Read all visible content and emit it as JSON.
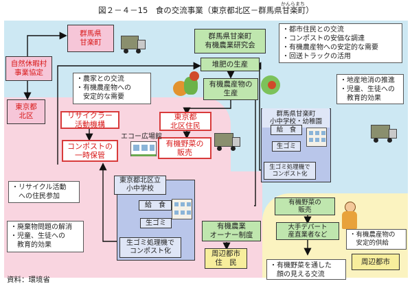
{
  "title": "図２－４－15　食の交流事業（東京都北区－群馬県甘楽町）",
  "title_ruby": "かんらまち",
  "source": "資料：環境省",
  "boxes": {
    "gunma_top": "群馬県\n甘楽町",
    "shizen_kyugyo": "自然休暇村\n事業協定",
    "tokyo_kita": "東京都\n北区",
    "kanra_org": "群馬県甘楽町\n有機農業研究会",
    "taihi": "堆肥の生産",
    "yuki_seisan": "有機農産物の\n生産",
    "recycler": "リサイクラー\n活動機構",
    "compost_hokan": "コンポストの\n一時保管",
    "kita_jumin": "東京都\n北区住民",
    "yuki_yasai_hanbai": "有機野菜の\n販売",
    "kanra_school": "群馬県甘楽町\n小中学校・幼稚園",
    "kanra_kyushoku": "給　食",
    "kanra_namagomi": "生ゴミ",
    "kanra_shoriki": "生ゴミ処理機で\nコンポスト化",
    "kita_school": "東京都北区立\n小中学校",
    "kita_kyushoku": "給　食",
    "kita_namagomi": "生ゴミ",
    "kita_shoriki": "生ゴミ処理機で\nコンポスト化",
    "owner_seido": "有機農業\nオーナー制度",
    "shuhen_jumin": "周辺都市\n住　民",
    "yuki_yasai_hanbai2": "有機野菜の\n販売",
    "department": "大手デパート\n産直業者など",
    "shuhen_toshi": "周辺都市"
  },
  "labels": {
    "eco_hiroba": "エコー広場館"
  },
  "notes": {
    "gunma_goals": [
      "・都市住民との交流",
      "・コンポストの安価な調達",
      "・有機農産物への安定的な需要",
      "・回送トラックの活用"
    ],
    "farmer_exchange": [
      "・農家との交流",
      "・有機農産物への",
      "　安定的な需要"
    ],
    "chisan_chisho": [
      "・地産地消の推進",
      "・児童、生徒への",
      "　教育的効果"
    ],
    "recycle_sanka": [
      "・リサイクル活動",
      "　への住民参加"
    ],
    "haikibutsu": [
      "・廃棄物問題の解消",
      "・児童、生徒への",
      "　教育的効果"
    ],
    "stable_supply": [
      "・有機農産物の",
      "　安定的供給"
    ],
    "kao_koryu": [
      "・有機野菜を通した",
      "　顔の見える交流"
    ]
  },
  "colors": {
    "tokyo_region": "#f9d5e0",
    "gunma_region": "#cde8f3",
    "suburb_region": "#fbf3c0",
    "arrow": "#111111"
  }
}
